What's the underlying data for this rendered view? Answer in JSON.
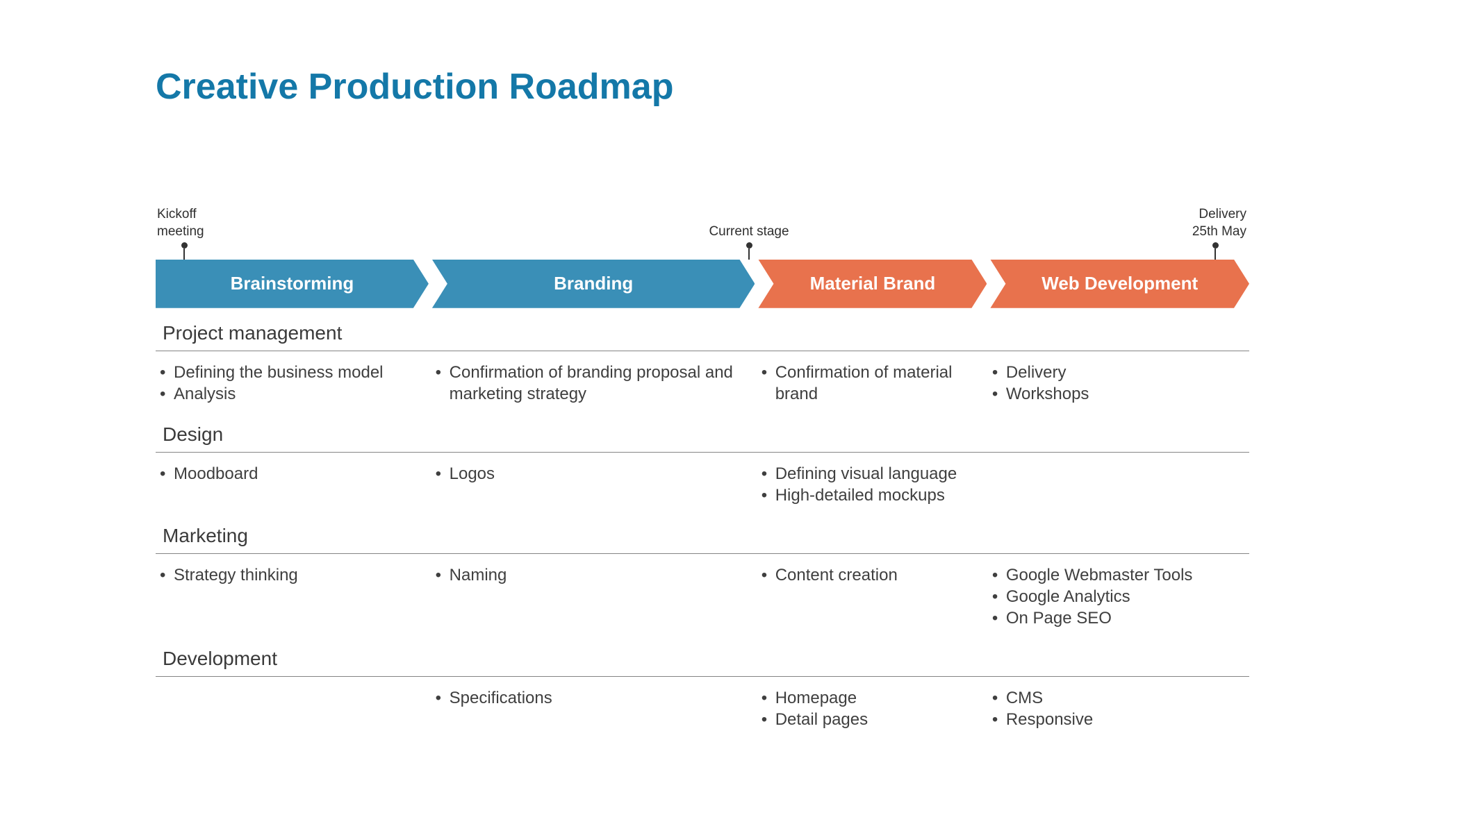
{
  "title": "Creative Production Roadmap",
  "colors": {
    "title": "#1478A8",
    "phase_blue": "#3A8FB7",
    "phase_orange": "#E8724D",
    "text": "#3F3F3F",
    "marker": "#333333",
    "divider": "#848484"
  },
  "milestones": [
    {
      "id": "kickoff",
      "lines": [
        "Kickoff",
        "meeting"
      ]
    },
    {
      "id": "current-stage",
      "lines": [
        "Current stage"
      ]
    },
    {
      "id": "delivery",
      "lines": [
        "Delivery",
        "25th May"
      ]
    }
  ],
  "phases": [
    {
      "label": "Brainstorming",
      "color": "blue"
    },
    {
      "label": "Branding",
      "color": "blue"
    },
    {
      "label": "Material Brand",
      "color": "orange"
    },
    {
      "label": "Web Development",
      "color": "orange"
    }
  ],
  "sections": [
    {
      "title": "Project management",
      "columns": [
        [
          "Defining the business model",
          "Analysis"
        ],
        [
          "Confirmation of branding proposal and marketing strategy"
        ],
        [
          "Confirmation of material brand"
        ],
        [
          "Delivery",
          "Workshops"
        ]
      ]
    },
    {
      "title": "Design",
      "columns": [
        [
          "Moodboard"
        ],
        [
          "Logos"
        ],
        [
          "Defining visual language",
          "High-detailed mockups"
        ],
        []
      ]
    },
    {
      "title": "Marketing",
      "columns": [
        [
          "Strategy thinking"
        ],
        [
          "Naming"
        ],
        [
          "Content creation"
        ],
        [
          "Google Webmaster Tools",
          "Google Analytics",
          "On Page SEO"
        ]
      ]
    },
    {
      "title": "Development",
      "columns": [
        [],
        [
          "Specifications"
        ],
        [
          "Homepage",
          "Detail pages"
        ],
        [
          "CMS",
          "Responsive"
        ]
      ]
    }
  ]
}
